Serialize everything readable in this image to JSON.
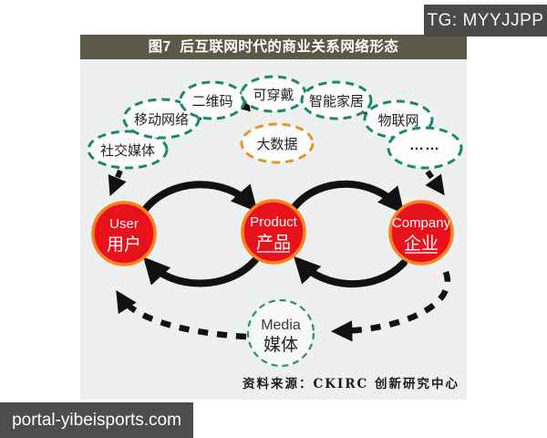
{
  "overlays": {
    "tg_badge": "TG: MYYJJPP",
    "watermark": "portal-yibeisports.com"
  },
  "figure": {
    "title": "图7  后互联网时代的商业关系网络形态",
    "source": "资料来源：CKIRC 创新研究中心"
  },
  "diagram": {
    "tech_nodes": [
      {
        "label": "社交媒体"
      },
      {
        "label": "移动网络"
      },
      {
        "label": "二维码"
      },
      {
        "label": "可穿戴"
      },
      {
        "label": "智能家居"
      },
      {
        "label": "物联网"
      },
      {
        "label": "……"
      }
    ],
    "bigdata_node": {
      "label": "大数据"
    },
    "core_nodes": [
      {
        "en": "User",
        "zh": "用户"
      },
      {
        "en": "Product",
        "zh": "产品"
      },
      {
        "en": "Company",
        "zh": "企业"
      }
    ],
    "media_node": {
      "en": "Media",
      "zh": "媒体"
    },
    "colors": {
      "tech_border": "#1d8671",
      "bigdata_border": "#e2952f",
      "core_fill": "#e8121d",
      "core_ring": "#f5821f",
      "arrow": "#111111",
      "title_bar": "#5c5949",
      "figure_bg": "#eef0ef",
      "badge_bg": "#4a4a4a",
      "watermark_bg": "#4d4d4d"
    }
  }
}
